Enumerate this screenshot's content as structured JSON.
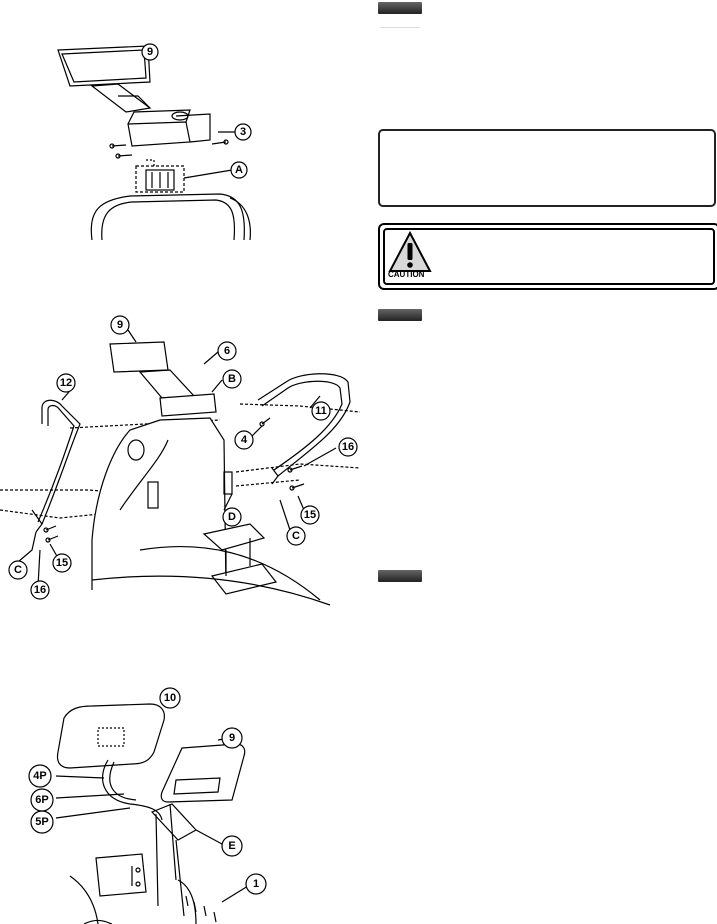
{
  "callouts": {
    "fig1": [
      "9",
      "3",
      "A"
    ],
    "fig2": [
      "9",
      "6",
      "B",
      "12",
      "11",
      "4",
      "16",
      "D",
      "15",
      "C",
      "C",
      "15",
      "16"
    ],
    "fig3": [
      "10",
      "9",
      "4P",
      "6P",
      "5P",
      "E",
      "1"
    ]
  },
  "caution": {
    "label": "CAUTION"
  },
  "colors": {
    "tab": "#333333",
    "line": "#000000"
  }
}
